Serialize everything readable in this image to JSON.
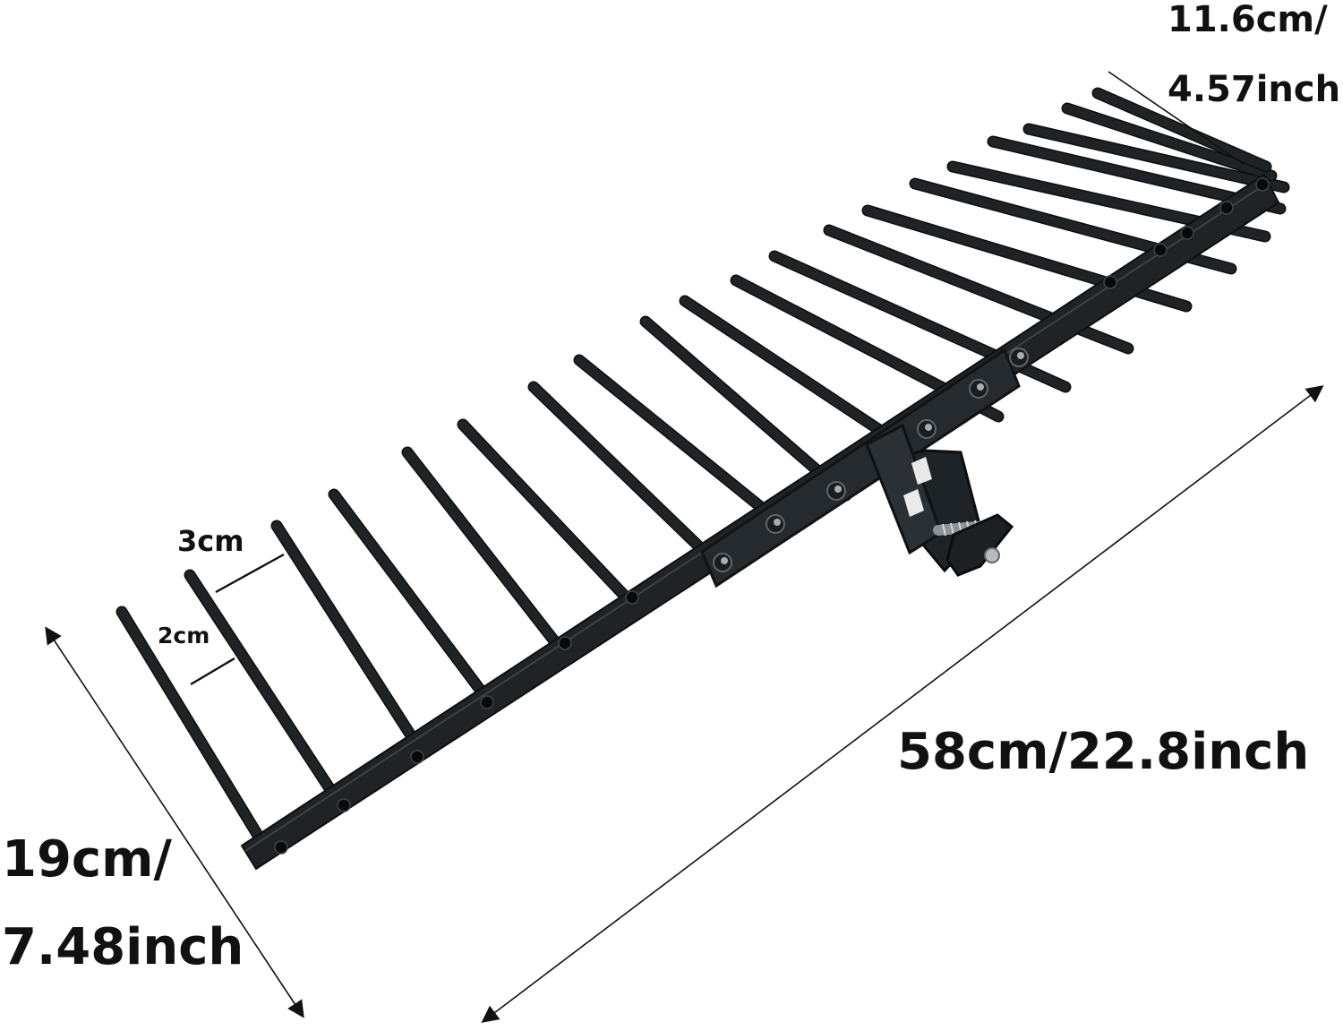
{
  "dimensions": {
    "tine_length_line1": "11.6cm/",
    "tine_length_line2": "4.57inch",
    "overall_length": "58cm/22.8inch",
    "height_line1": "19cm/",
    "height_line2": "7.48inch",
    "tine_spacing_wide": "3cm",
    "tine_spacing_narrow": "2cm"
  },
  "colors": {
    "rake_metal": "#1f2326",
    "rake_edge": "#0d0f10",
    "bolt": "#a9adb1",
    "dimension_line": "#111111",
    "background": "#ffffff"
  }
}
